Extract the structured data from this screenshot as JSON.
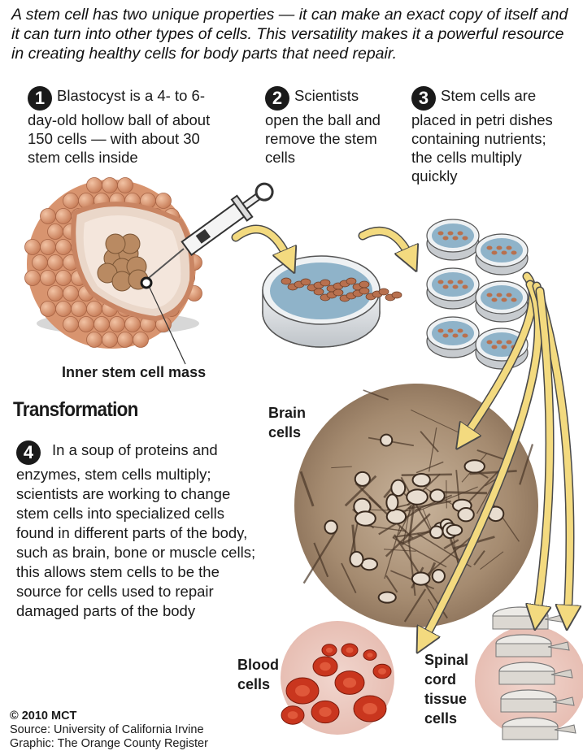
{
  "intro": "A stem cell has two unique properties — it can make an exact copy of itself and it can turn into other types of cells. This versatility makes it a powerful resource in creating healthy cells for body parts that need repair.",
  "steps": [
    {
      "number": "1",
      "text": "Blastocyst is a 4- to 6-day-old hollow ball of about 150 cells — with about 30 stem cells inside"
    },
    {
      "number": "2",
      "text": "Scientists open the ball and remove the stem cells"
    },
    {
      "number": "3",
      "text": "Stem cells are placed in petri dishes containing nutrients; the cells multiply quickly"
    },
    {
      "number": "4",
      "text": "In a soup of proteins and enzymes, stem cells multiply; scientists are working to change stem cells into specialized cells found in different parts of the body, such as brain, bone or muscle cells; this allows stem cells to be the source for cells used to repair damaged parts of the body"
    }
  ],
  "labels": {
    "inner_mass": "Inner stem cell mass",
    "transformation": "Transformation",
    "brain_line1": "Brain",
    "brain_line2": "cells",
    "blood_line1": "Blood",
    "blood_line2": "cells",
    "spinal_line1": "Spinal",
    "spinal_line2": "cord",
    "spinal_line3": "tissue",
    "spinal_line4": "cells"
  },
  "credits": {
    "copyright": "© 2010 MCT",
    "source": "Source: University of California Irvine",
    "graphic": "Graphic: The Orange County Register"
  },
  "colors": {
    "cell_orange": "#d4845e",
    "arrow_yellow": "#f3da7f",
    "dish_blue": "#8fb3c9",
    "micro_brown": "#8a7058",
    "blood_red": "#c9361e"
  }
}
